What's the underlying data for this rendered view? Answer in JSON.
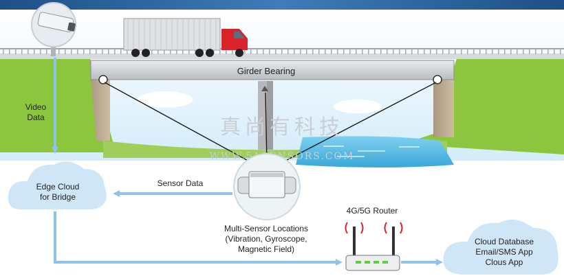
{
  "labels": {
    "girder": "Girder Bearing",
    "video_data_1": "Video",
    "video_data_2": "Data",
    "sensor_data": "Sensor Data",
    "edge_cloud_1": "Edge Cloud",
    "edge_cloud_2": "for Bridge",
    "router": "4G/5G Router",
    "sensor_loc_1": "Multi-Sensor Locations",
    "sensor_loc_2": "(Vibration, Gyroscope,",
    "sensor_loc_3": "Magnetic Field)",
    "cloud_db_1": "Cloud Database",
    "cloud_db_2": "Email/SMS App",
    "cloud_db_3": "Clous App"
  },
  "watermark": {
    "cn": "真尚有科技",
    "url": "WWW.51SENSORS.COM"
  },
  "colors": {
    "arrow": "#8ec3ea",
    "cloud": "#cfe6f7",
    "sky": "#dff0fb",
    "grass": "#8cc63f",
    "water": "#6bc3e6",
    "truck_cab": "#d8232a"
  }
}
